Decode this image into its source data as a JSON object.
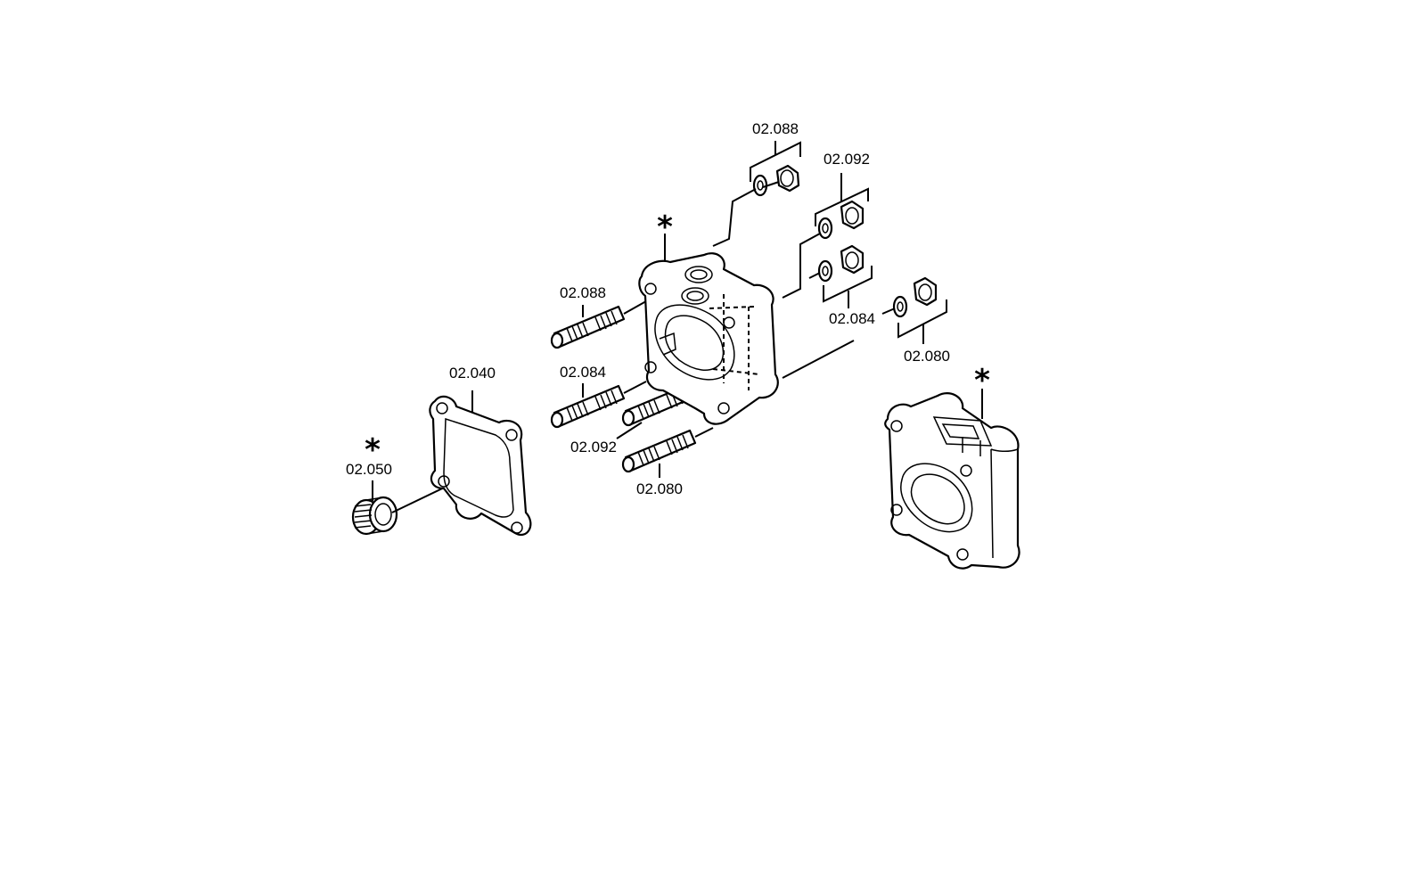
{
  "callouts": {
    "c_02088_top": "02.088",
    "c_02092_top": "02.092",
    "c_02084_right": "02.084",
    "c_02080_right": "02.080",
    "c_02088_left": "02.088",
    "c_02084_left": "02.084",
    "c_02092_bottom": "02.092",
    "c_02080_bottom": "02.080",
    "c_02040": "02.040",
    "c_02050": "02.050"
  },
  "marks": {
    "asterisk": "*"
  }
}
